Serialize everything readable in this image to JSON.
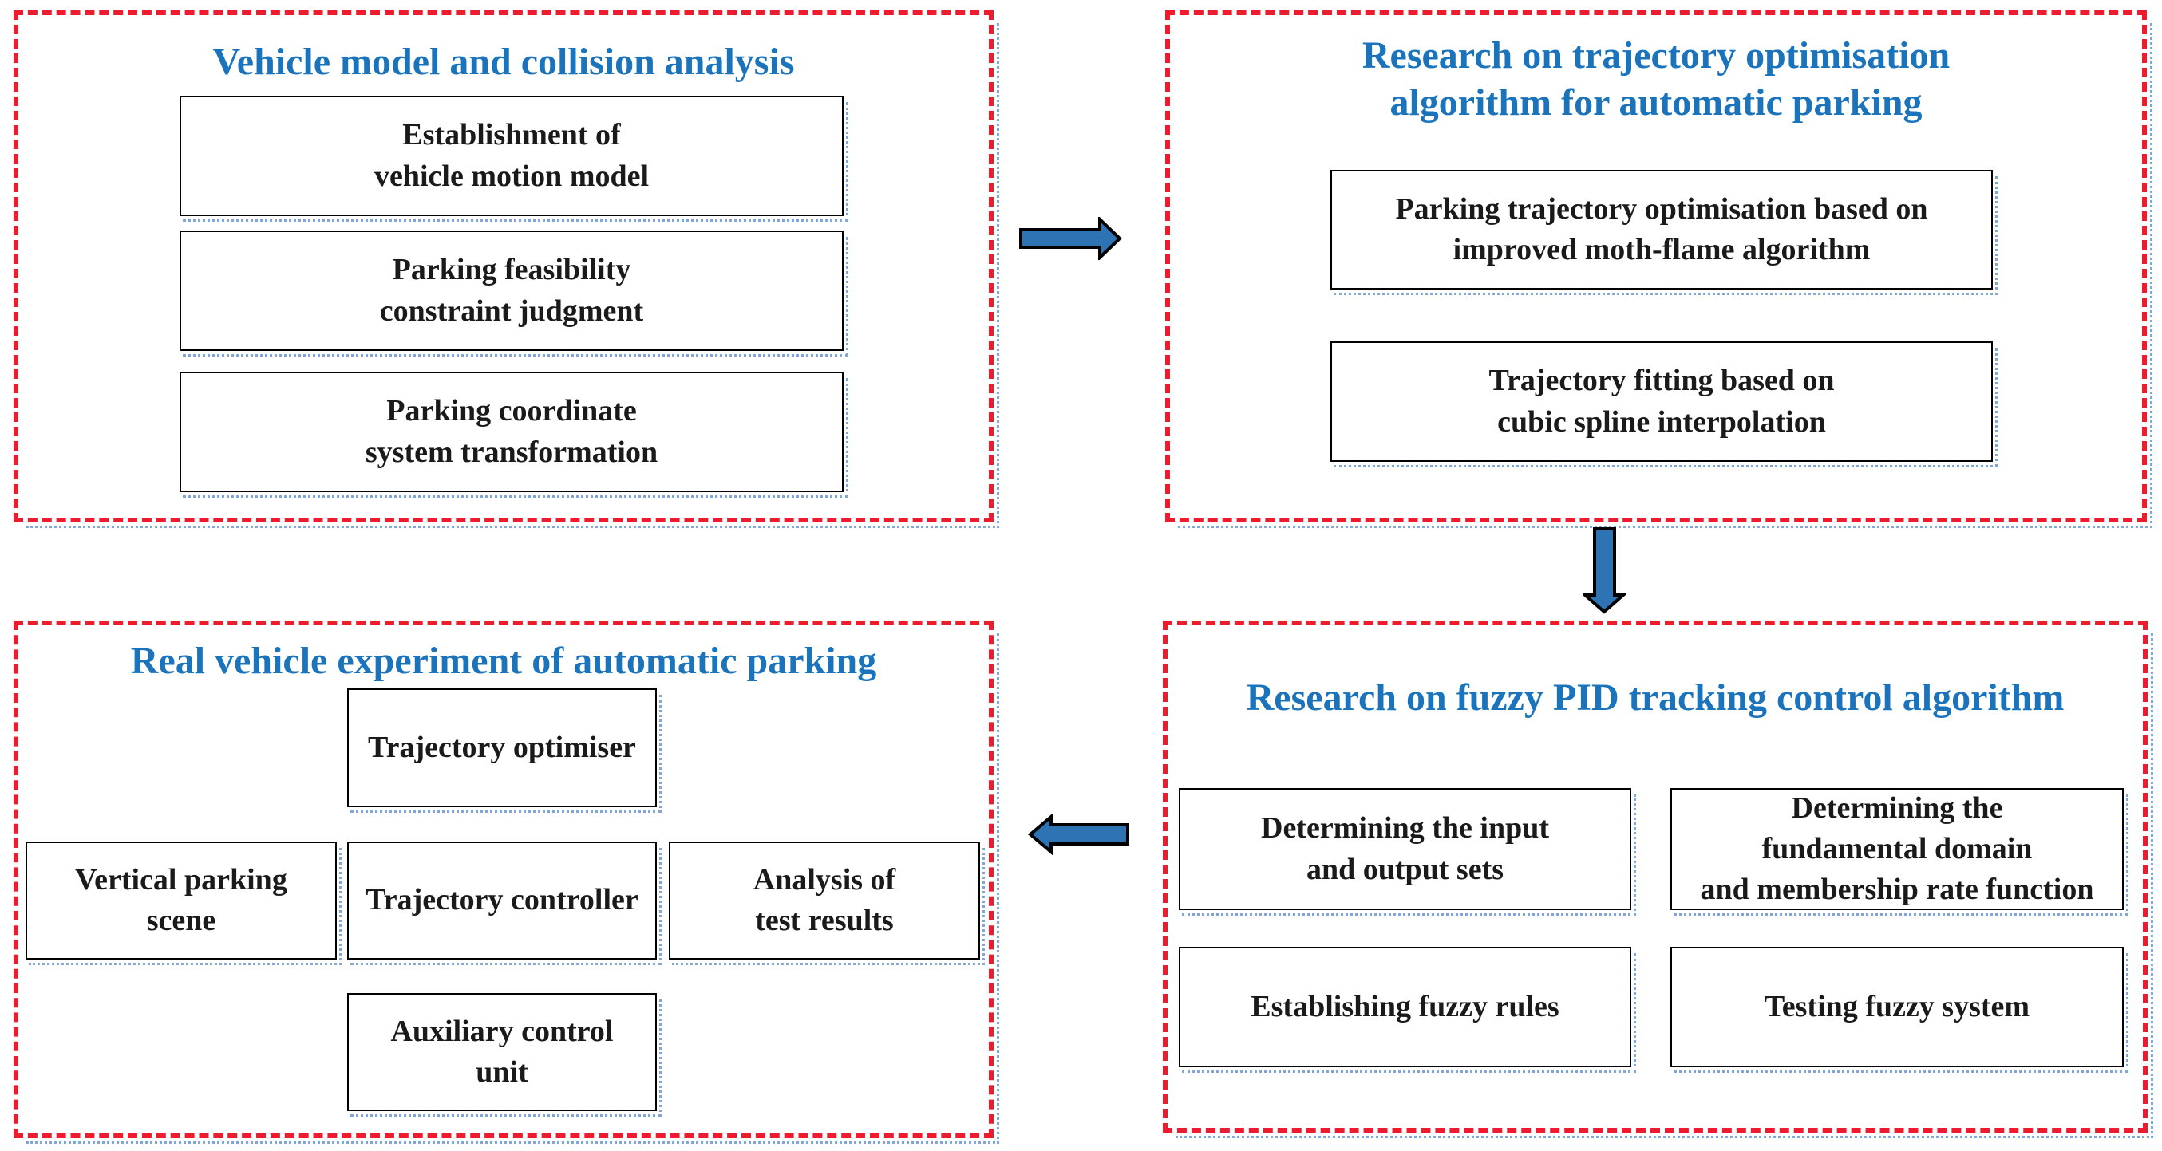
{
  "figure": {
    "type": "research-methodology flow diagram",
    "background_color": "#FFFFFF"
  },
  "colors": {
    "panel_dashed_border": "#EC1C2E",
    "title_blue": "#1B74BB",
    "arrow_fill_blue": "#2E74B5",
    "arrow_outline": "#000000",
    "box_border": "#000000",
    "box_text": "#1A1A1A",
    "shadow_dotted_blue": "#7EA6D8"
  },
  "panels": [
    {
      "id": "vehicle-model",
      "title": "Vehicle model and collision analysis",
      "boxes": [
        "Establishment of\nvehicle motion model",
        "Parking feasibility\nconstraint judgment",
        "Parking coordinate\nsystem transformation"
      ]
    },
    {
      "id": "trajectory-optimisation",
      "title": "Research on trajectory optimisation\nalgorithm for automatic parking",
      "boxes": [
        "Parking trajectory optimisation based on\nimproved moth-flame algorithm",
        "Trajectory fitting based on\ncubic spline interpolation"
      ]
    },
    {
      "id": "fuzzy-pid",
      "title": "Research on fuzzy PID tracking control algorithm",
      "boxes": [
        "Determining the input\nand output sets",
        "Determining the\nfundamental domain\nand membership rate function",
        "Establishing fuzzy rules",
        "Testing fuzzy system"
      ]
    },
    {
      "id": "real-vehicle-experiment",
      "title": "Real vehicle experiment of automatic parking",
      "boxes": [
        "Trajectory optimiser",
        "Vertical parking\nscene",
        "Trajectory controller",
        "Analysis of\ntest results",
        "Auxiliary control\nunit"
      ]
    }
  ],
  "arrows": [
    {
      "name": "right-arrow",
      "direction": "right",
      "from": "vehicle-model",
      "to": "trajectory-optimisation"
    },
    {
      "name": "down-arrow",
      "direction": "down",
      "from": "trajectory-optimisation",
      "to": "fuzzy-pid"
    },
    {
      "name": "left-arrow",
      "direction": "left",
      "from": "fuzzy-pid",
      "to": "real-vehicle-experiment"
    }
  ]
}
